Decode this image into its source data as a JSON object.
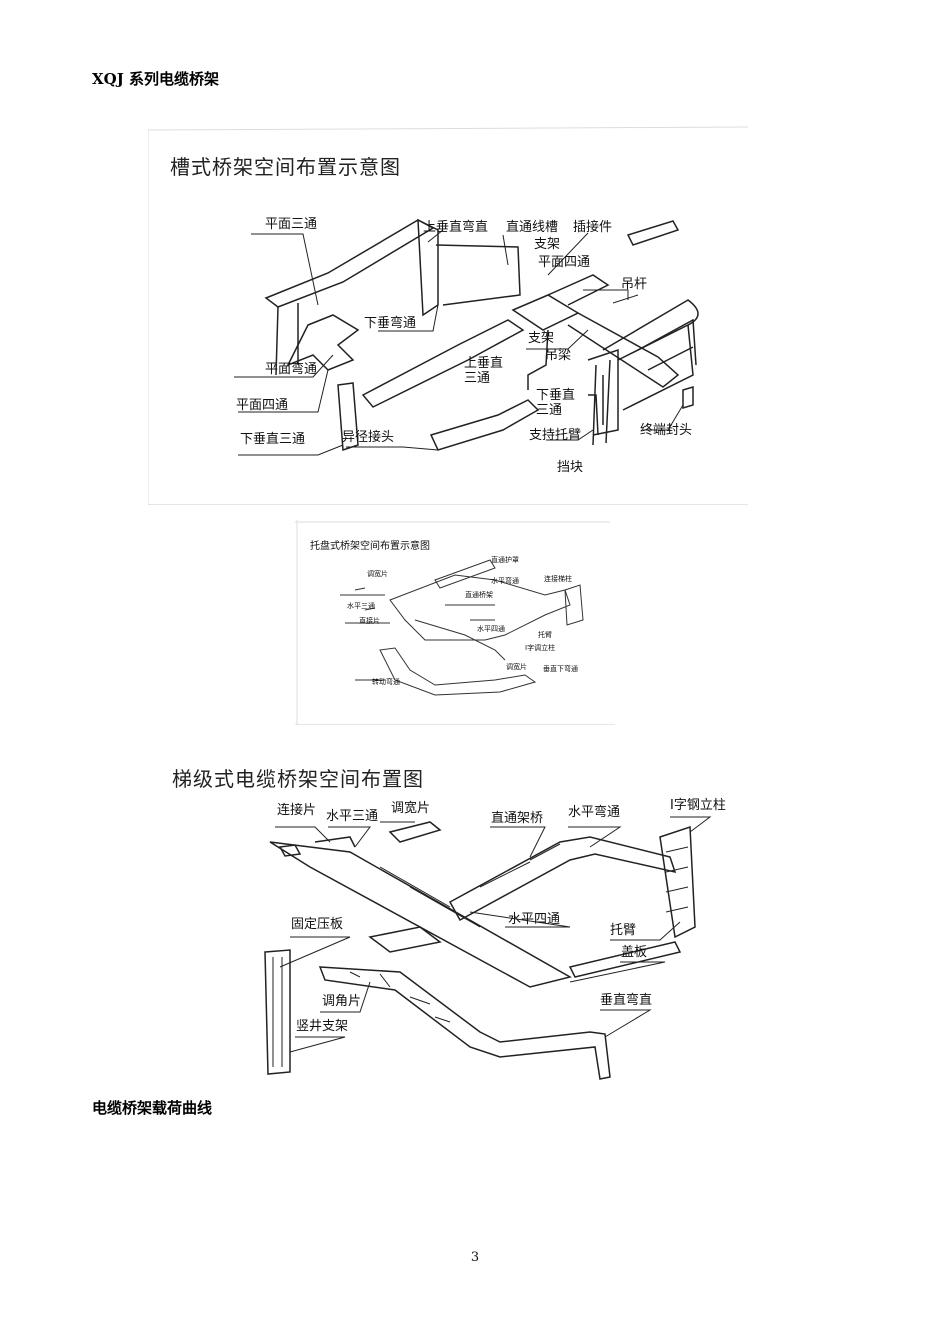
{
  "headings": {
    "series_title": "XQJ 系列电缆桥架",
    "load_curve": "电缆桥架载荷曲线"
  },
  "fig1": {
    "title": "槽式桥架空间布置示意图",
    "labels": [
      "平面三通",
      "上垂直弯直",
      "直通线槽",
      "插接件",
      "支架",
      "平面四通",
      "吊杆",
      "下垂弯通",
      "平面弯通",
      "支架",
      "吊梁",
      "上垂直",
      "三通",
      "平面四通",
      "下垂直",
      "三通",
      "下垂直三通",
      "异径接头",
      "支持托臂",
      "终端封头",
      "挡块"
    ]
  },
  "fig2": {
    "title": "托盘式桥架空间布置示意图",
    "labels": [
      "调宽片",
      "直通护罩",
      "水平弯通",
      "连接梯柱",
      "直通桥架",
      "水平三通",
      "直接片",
      "水平四通",
      "托臂",
      "I字调立柱",
      "转动弯通",
      "调宽片",
      "垂直下弯通"
    ]
  },
  "fig3": {
    "title": "梯级式电缆桥架空间布置图",
    "labels": [
      "连接片",
      "水平三通",
      "调宽片",
      "直通架桥",
      "水平弯通",
      "I字钢立柱",
      "固定压板",
      "水平四通",
      "托臂",
      "盖板",
      "调角片",
      "垂直弯直",
      "竖井支架"
    ]
  },
  "page_number": "3",
  "icons": {
    "diagram1": "trough-tray-layout-diagram",
    "diagram2": "pallet-tray-layout-diagram",
    "diagram3": "ladder-tray-layout-diagram"
  }
}
